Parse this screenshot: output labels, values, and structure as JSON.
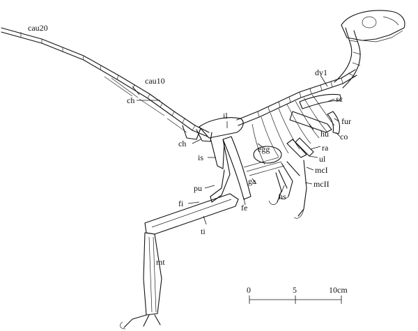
{
  "labels": {
    "cau20": "cau20",
    "cau10": "cau10",
    "ch_upper": "ch",
    "ch_lower": "ch",
    "il": "il",
    "is": "is",
    "pu": "pu",
    "fi": "fi",
    "ti": "ti",
    "mt": "mt",
    "egg": "egg",
    "ga": "ga",
    "fe": "fe",
    "hs": "hs",
    "dv1": "dv1",
    "sc": "sc",
    "fur": "fur",
    "hu": "hu",
    "co": "co",
    "ra": "ra",
    "ul": "ul",
    "mcI": "mcI",
    "mcII": "mcII"
  },
  "scale_bar": {
    "tick_0": "0",
    "tick_5": "5",
    "tick_10": "10cm"
  }
}
